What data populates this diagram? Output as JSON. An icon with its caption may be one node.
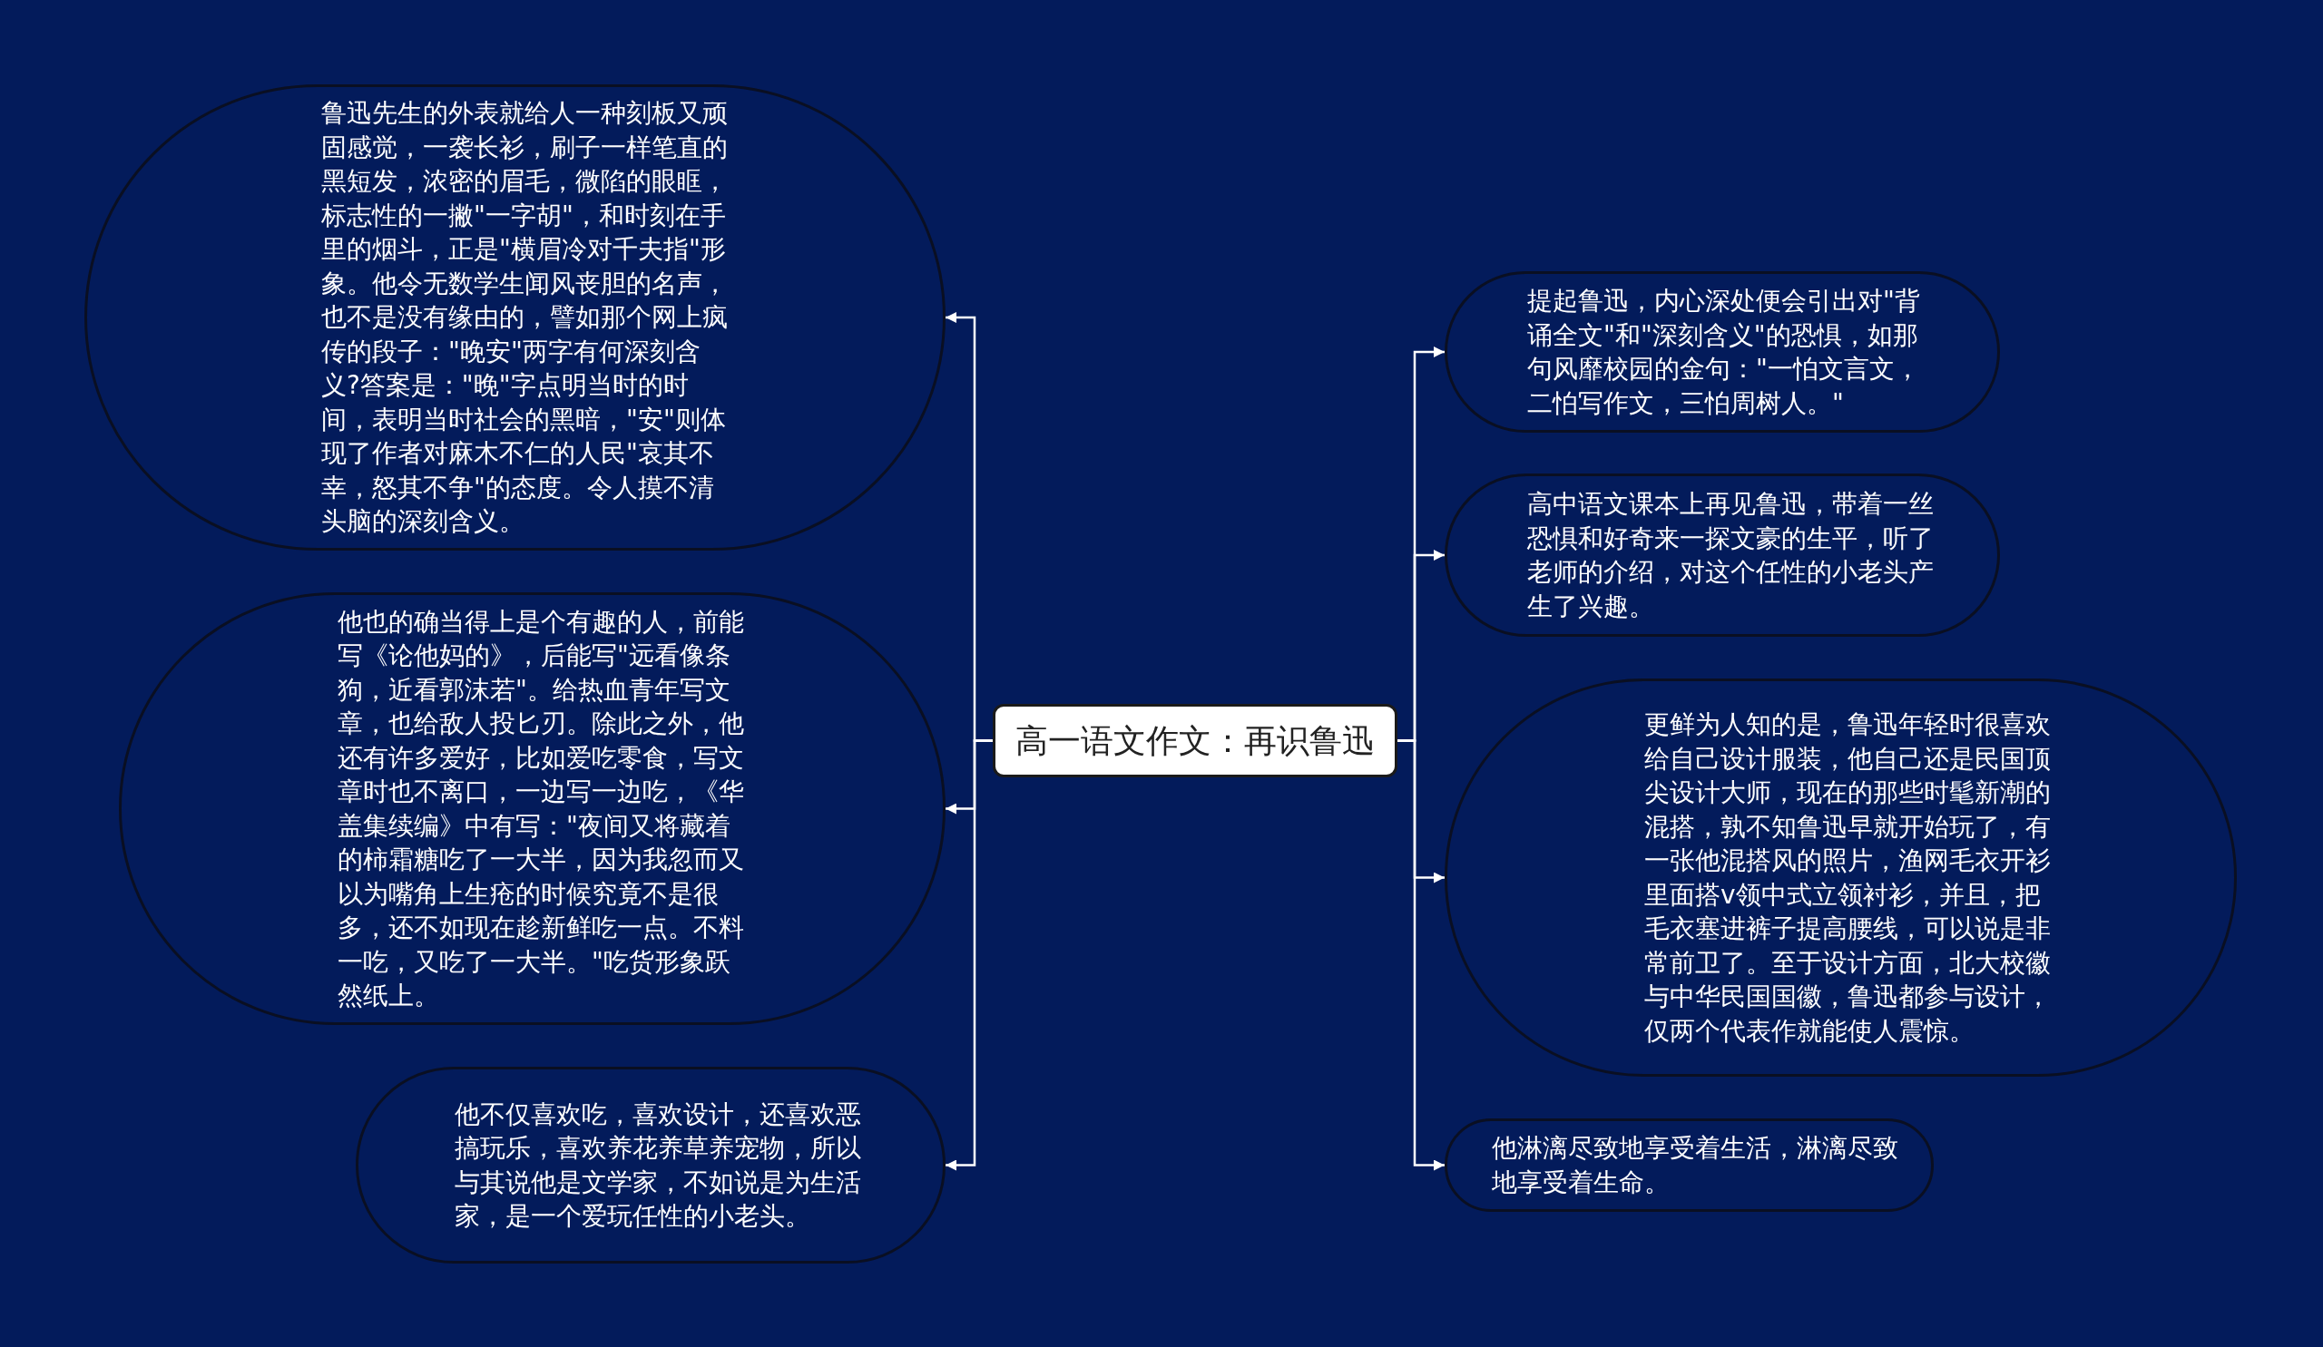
{
  "diagram": {
    "nodes": [
      {
        "text": [
          "高一语文作文：再识鲁迅"
        ]
      },
      {
        "text": [
          "鲁迅先生的外表就给人一种刻板又顽固感觉，一袭长衫，刷子一样笔直的黑短发，浓密的眉毛，微陷的眼眶，标志性的一撇\"一字胡\"，和时刻在手里的烟斗，正是\"横眉冷对千夫指\"形象。他令无数学生闻风丧胆的名声，也不是没有缘由的，譬如那个网上疯传的段子：\"晚安\"两字有何深刻含义?答案是：\"晚\"字点明当时的时间，表明当时社会的黑暗，\"安\"则体现了作者对麻木不仁的人民\"哀其不幸，怒其不争\"的态度。令人摸不清头脑的深刻含义。"
        ]
      },
      {
        "text": [
          "他也的确当得上是个有趣的人，前能写《论他妈的》，后能写\"远看像条狗，近看郭沫若\"。给热血青年写文章，也给敌人投匕刃。除此之外，他还有许多爱好，比如爱吃零食，写文章时也不离口，一边写一边吃，《华盖集续编》中有写：\"夜间又将藏着的柿霜糖吃了一大半，因为我忽而又以为嘴角上生疮的时候究竟不是很多，还不如现在趁新鲜吃一点。不料一吃，又吃了一大半。\"吃货形象跃然纸上。"
        ]
      },
      {
        "text": [
          "他不仅喜欢吃，喜欢设计，还喜欢恶搞玩乐，喜欢养花养草养宠物，所以与其说他是文学家，不如说是为生活家，是一个爱玩任性的小老头。"
        ]
      },
      {
        "text": [
          "提起鲁迅，内心深处便会引出对\"背诵全文\"和\"深刻含义\"的恐惧，如那句风靡校园的金句：\"一怕文言文，二怕写作文，三怕周树人。\""
        ]
      },
      {
        "text": [
          "高中语文课本上再见鲁迅，带着一丝恐惧和好奇来一探文豪的生平，听了老师的介绍，对这个任性的小老头产生了兴趣。"
        ]
      },
      {
        "text": [
          "更鲜为人知的是，鲁迅年轻时很喜欢给自己设计服装，他自己还是民国顶尖设计大师，现在的那些时髦新潮的混搭，孰不知鲁迅早就开始玩了，有一张他混搭风的照片，渔网毛衣开衫里面搭v领中式立领衬衫，并且，把毛衣塞进裤子提高腰线，可以说是非常前卫了。至于设计方面，北大校徽与中华民国国徽，鲁迅都参与设计，仅两个代表作就能使人震惊。"
        ]
      },
      {
        "text": [
          "他淋漓尽致地享受着生活，淋漓尽致地享受着生命。"
        ]
      }
    ],
    "edges": [
      {
        "from": 0,
        "to": 1,
        "arrow": "to"
      },
      {
        "from": 0,
        "to": 2,
        "arrow": "to"
      },
      {
        "from": 0,
        "to": 3,
        "arrow": "to"
      },
      {
        "from": 0,
        "to": 4,
        "arrow": "to"
      },
      {
        "from": 0,
        "to": 5,
        "arrow": "to"
      },
      {
        "from": 0,
        "to": 6,
        "arrow": "to"
      },
      {
        "from": 0,
        "to": 7,
        "arrow": "to"
      }
    ]
  }
}
